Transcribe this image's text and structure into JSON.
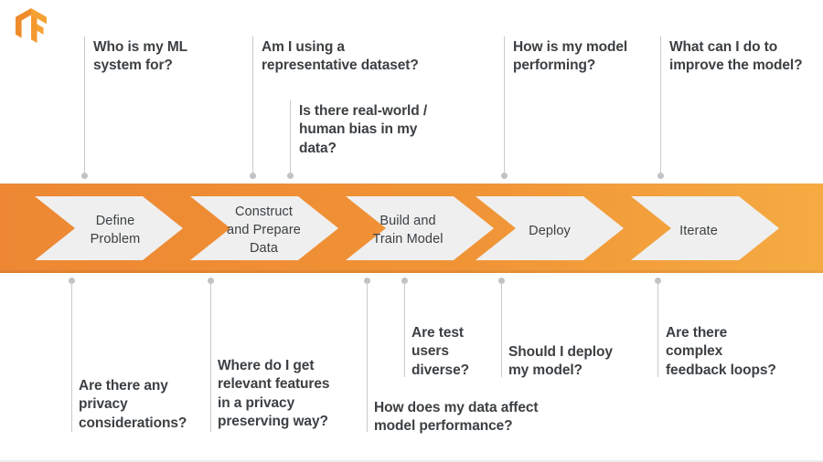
{
  "logo": {
    "name": "tensorflow-logo",
    "alt": "TensorFlow"
  },
  "colors": {
    "band_left": "#ED8733",
    "band_right": "#F5A93F",
    "chevron_fill": "#EFEFEF",
    "chevron_edge": "#F08A2B",
    "text": "#3c4043",
    "connector": "#c8cacb"
  },
  "pipeline": {
    "stages": [
      {
        "id": "define-problem",
        "label": "Define\nProblem"
      },
      {
        "id": "construct-prepare-data",
        "label": "Construct\nand Prepare\nData"
      },
      {
        "id": "build-train-model",
        "label": "Build and\nTrain Model"
      },
      {
        "id": "deploy",
        "label": "Deploy"
      },
      {
        "id": "iterate",
        "label": "Iterate"
      }
    ]
  },
  "questions_above": [
    {
      "id": "q-who-for",
      "text": "Who is my ML\nsystem for?"
    },
    {
      "id": "q-representative",
      "text": "Am I using a\nrepresentative dataset?"
    },
    {
      "id": "q-bias",
      "text": "Is there real-world /\nhuman bias in my\ndata?"
    },
    {
      "id": "q-performing",
      "text": "How is my model\nperforming?"
    },
    {
      "id": "q-improve",
      "text": "What can I do to\nimprove the model?"
    }
  ],
  "questions_below": [
    {
      "id": "q-privacy",
      "text": "Are there any\nprivacy\nconsiderations?"
    },
    {
      "id": "q-features-privacy",
      "text": "Where do I get\nrelevant features\nin a privacy\npreserving way?"
    },
    {
      "id": "q-data-affect",
      "text": "How does my data affect\nmodel performance?"
    },
    {
      "id": "q-test-users",
      "text": "Are test\nusers\ndiverse?"
    },
    {
      "id": "q-should-deploy",
      "text": "Should I deploy\nmy model?"
    },
    {
      "id": "q-feedback-loops",
      "text": "Are there\ncomplex\nfeedback loops?"
    }
  ]
}
